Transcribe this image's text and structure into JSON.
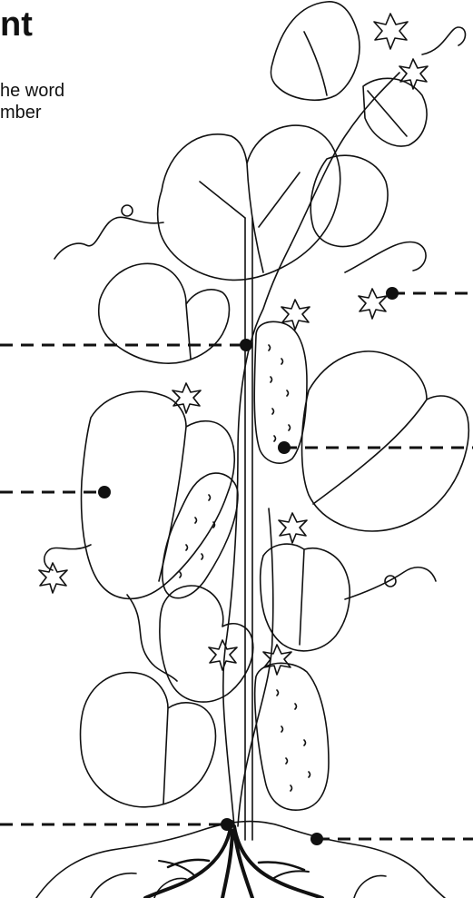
{
  "worksheet": {
    "title_fragment": "nt",
    "instruction_lines": [
      "he word",
      "mber"
    ]
  },
  "colors": {
    "ink": "#111111",
    "paper": "#ffffff"
  },
  "labels": {
    "count": 6,
    "style": "dashed line ending in dot"
  }
}
